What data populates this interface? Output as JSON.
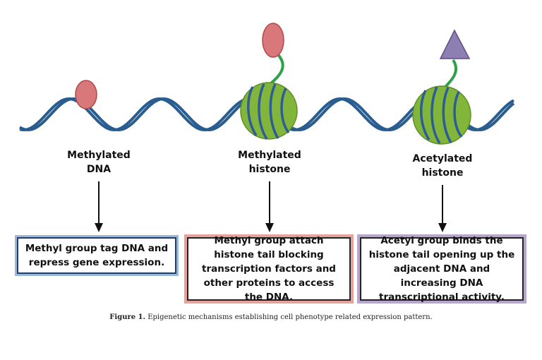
{
  "labels": {
    "methylated_dna": "Methylated\nDNA",
    "methylated_histone": "Methylated\nhistone",
    "acetylated_histone": "Acetylated\nhistone"
  },
  "boxes": {
    "methyl_dna": "Methyl group tag DNA and repress gene expression.",
    "methyl_histone": "Methyl group attach histone tail  blocking transcription factors and other proteins to access the DNA.",
    "acetyl_histone": "Acetyl group binds the histone tail opening up the adjacent DNA and increasing DNA transcriptional activity."
  },
  "caption": {
    "prefix": "Figure 1.",
    "text": " Epigenetic mechanisms establishing cell phenotype related expression pattern."
  },
  "colors": {
    "dna_strand": "#2a5d8f",
    "histone_fill": "#82b63a",
    "histone_wrap": "#2e5c9a",
    "histone_tail": "#2fa14a",
    "methyl_tag": "#d9787a",
    "acetyl_tag": "#8e7fb3",
    "arrow": "#111111"
  },
  "icons": {
    "methyl_group": "red-ellipse",
    "acetyl_group": "purple-triangle",
    "histone": "green-circle"
  }
}
